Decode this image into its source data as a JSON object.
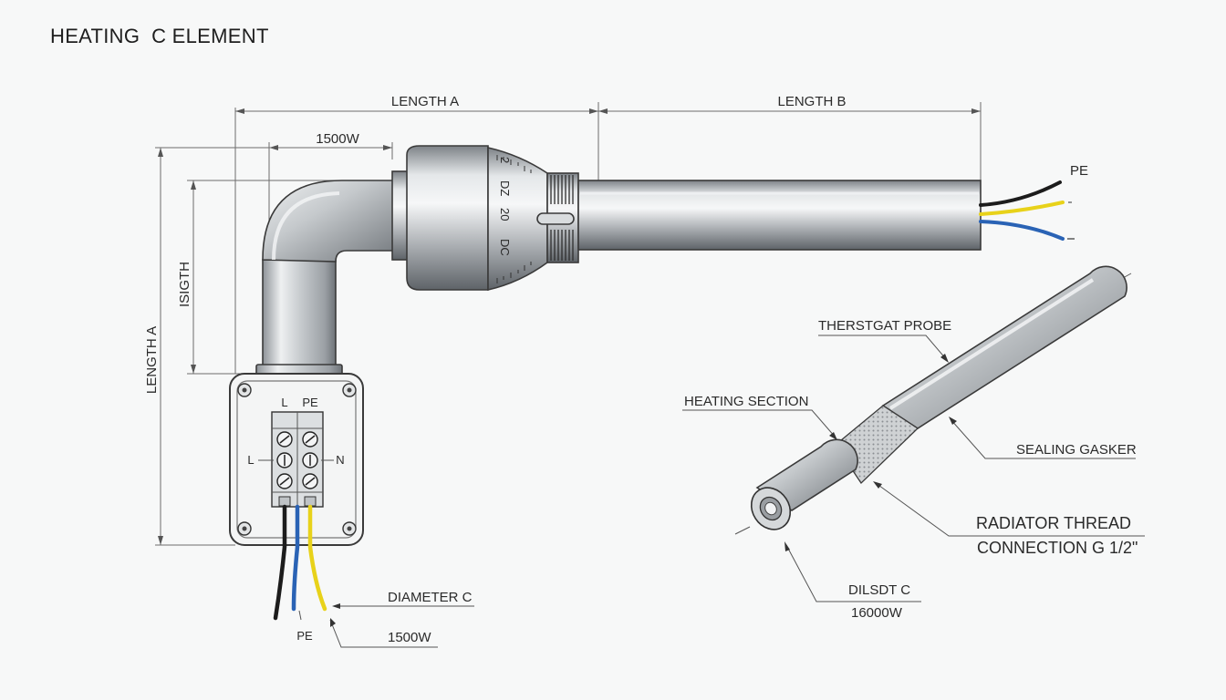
{
  "title": "HEATING  C ELEMENT",
  "dimensions": {
    "length_a_top": "LENGTH A",
    "length_b": "LENGTH B",
    "power_top": "1500W",
    "length_a_side": "LENGTH A",
    "isigth": "ISIGTH"
  },
  "terminal_block": {
    "label_l_top": "L",
    "label_pe_top": "PE",
    "label_l_side": "L",
    "label_n": "N"
  },
  "wire_labels": {
    "pe_right": "PE",
    "pe_bottom": "PE",
    "diameter": "DIAMETER C",
    "power_bottom": "1500W"
  },
  "dial_marks": [
    "2",
    "DZ",
    "20",
    "DC"
  ],
  "callouts": {
    "thermostat_probe": "THERSTGAT PROBE",
    "heating_section": "HEATING SECTION",
    "sealing_gasket": "SEALING GASKER",
    "thread_line1": "RADIATOR THREAD",
    "thread_line2": "CONNECTION G 1/2\"",
    "dilsdt": "DILSDT C",
    "power_detail": "16000W"
  },
  "colors": {
    "wire_black": "#1c1c1c",
    "wire_yellow": "#e8d21a",
    "wire_blue": "#2a63b5",
    "metal": "#bfc3c7"
  }
}
